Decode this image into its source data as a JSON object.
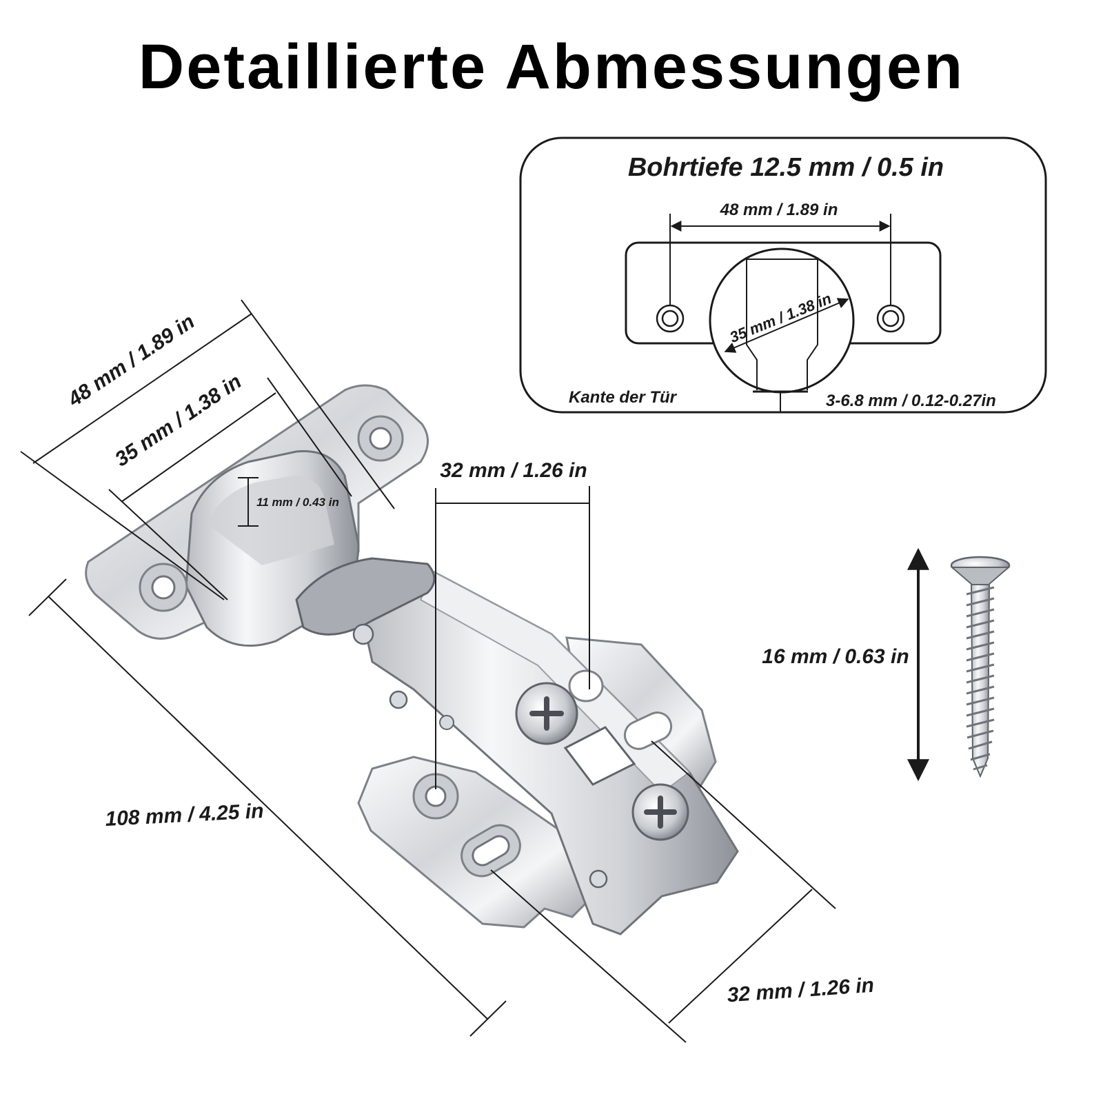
{
  "title": "Detaillierte Abmessungen",
  "inset": {
    "heading": "Bohrtiefe 12.5 mm / 0.5 in",
    "hole_spacing": "48 mm / 1.89 in",
    "cup_diameter": "35 mm / 1.38 in",
    "edge_label": "Kante der Tür",
    "edge_distance": "3-6.8 mm / 0.12-0.27in"
  },
  "hinge": {
    "width_outer": "48 mm / 1.89 in",
    "width_cup": "35 mm / 1.38 in",
    "cup_depth": "11 mm / 0.43 in",
    "arm_top": "32 mm / 1.26 in",
    "length": "108 mm / 4.25 in",
    "plate_width": "32 mm / 1.26 in"
  },
  "screw": {
    "length": "16 mm / 0.63 in"
  },
  "colors": {
    "metal_light": "#f2f3f5",
    "metal_mid": "#c4c7cc",
    "metal_dark": "#7d8188",
    "ink": "#1a1a1a"
  }
}
